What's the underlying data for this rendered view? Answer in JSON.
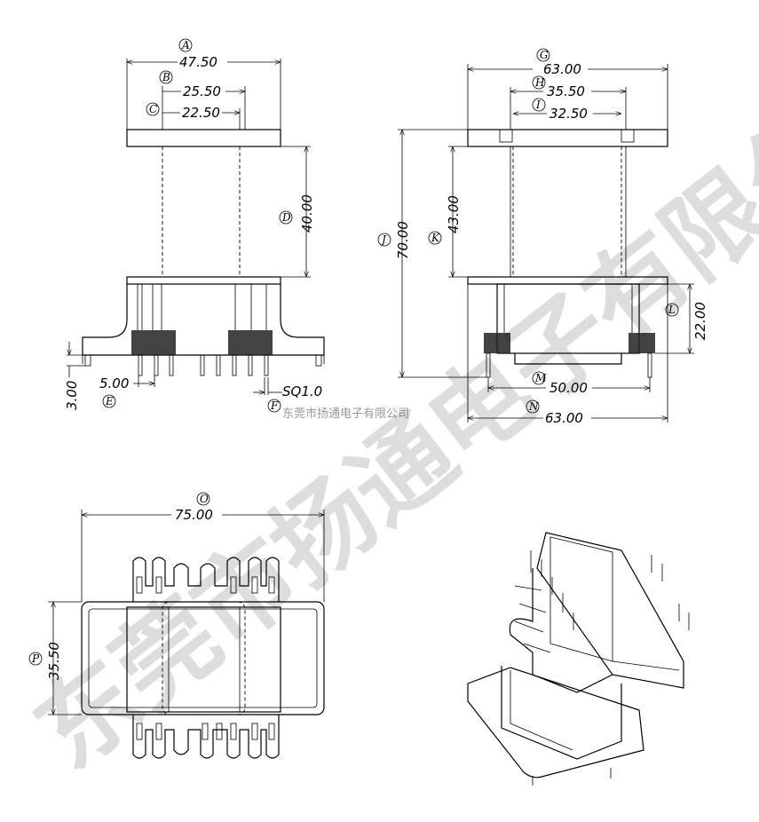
{
  "watermark": {
    "large_text": "东莞市扬通电子有限公司",
    "small_text": "东莞市扬通电子有限公司"
  },
  "front_view": {
    "A": {
      "label": "A",
      "value": "47.50"
    },
    "B": {
      "label": "B",
      "value": "25.50"
    },
    "C": {
      "label": "C",
      "value": "22.50"
    },
    "D": {
      "label": "D",
      "value": "40.00"
    },
    "E": {
      "label": "E",
      "value": "5.00"
    },
    "F": {
      "label": "F",
      "value": "SQ1.0"
    },
    "pin_height": "3.00"
  },
  "side_view": {
    "G": {
      "label": "G",
      "value": "63.00"
    },
    "H": {
      "label": "H",
      "value": "35.50"
    },
    "I": {
      "label": "I",
      "value": "32.50"
    },
    "J": {
      "label": "J",
      "value": "70.00"
    },
    "K": {
      "label": "K",
      "value": "43.00"
    },
    "L": {
      "label": "L",
      "value": "22.00"
    },
    "M": {
      "label": "M",
      "value": "50.00"
    },
    "N": {
      "label": "N",
      "value": "63.00"
    }
  },
  "bottom_view": {
    "O": {
      "label": "O",
      "value": "75.00"
    },
    "P": {
      "label": "P",
      "value": "35.50"
    }
  }
}
